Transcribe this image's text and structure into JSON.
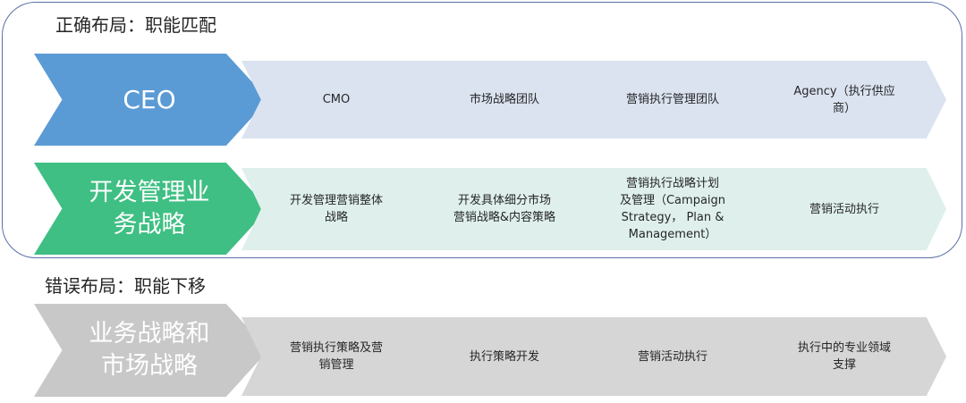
{
  "correct": {
    "title": "正确布局：职能匹配",
    "row1": {
      "head": "CEO",
      "steps": [
        "CMO",
        "市场战略团队",
        "营销执行管理团队",
        "Agency（执行供应\n商）"
      ]
    },
    "row2": {
      "head": "开发管理业\n务战略",
      "steps": [
        "开发管理营销整体\n战略",
        "开发具体细分市场\n营销战略&内容策略",
        "营销执行战略计划\n及管理（Campaign\nStrategy， Plan &\nManagement）",
        "营销活动执行"
      ]
    }
  },
  "wrong": {
    "title": "错误布局：职能下移",
    "row3": {
      "head": "业务战略和\n市场战略",
      "steps": [
        "营销执行策略及营\n销管理",
        "执行策略开发",
        "营销活动执行",
        "执行中的专业领域\n支撑"
      ]
    }
  },
  "colors": {
    "frame": "#5b6fa6",
    "ceo": "#5b9bd5",
    "strategy": "#3fbf83",
    "wrong_head": "#c8c8c8",
    "row1_step": "#dbe3f1",
    "row2_step": "#dff0ec",
    "row3_step": "#d6d6d6"
  }
}
